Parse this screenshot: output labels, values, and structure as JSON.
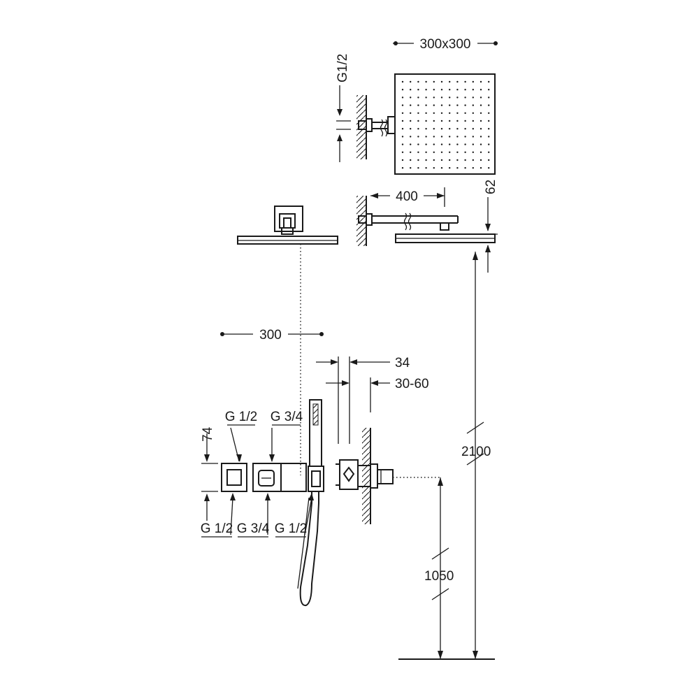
{
  "dimensions": {
    "rain_head_size": "300x300",
    "thread_head": "G1/2",
    "arm_length": "400",
    "head_height": "62",
    "spacing": "300",
    "depth_34": "34",
    "depth_30_60": "30-60",
    "height_total": "2100",
    "height_valve": "1050",
    "valve_height_74": "74"
  },
  "threads": {
    "top_left": "G 1/2",
    "top_right": "G 3/4",
    "bottom_1": "G 1/2",
    "bottom_2": "G 3/4",
    "bottom_3": "G 1/2"
  },
  "colors": {
    "line": "#1a1a1a",
    "background": "#ffffff"
  }
}
